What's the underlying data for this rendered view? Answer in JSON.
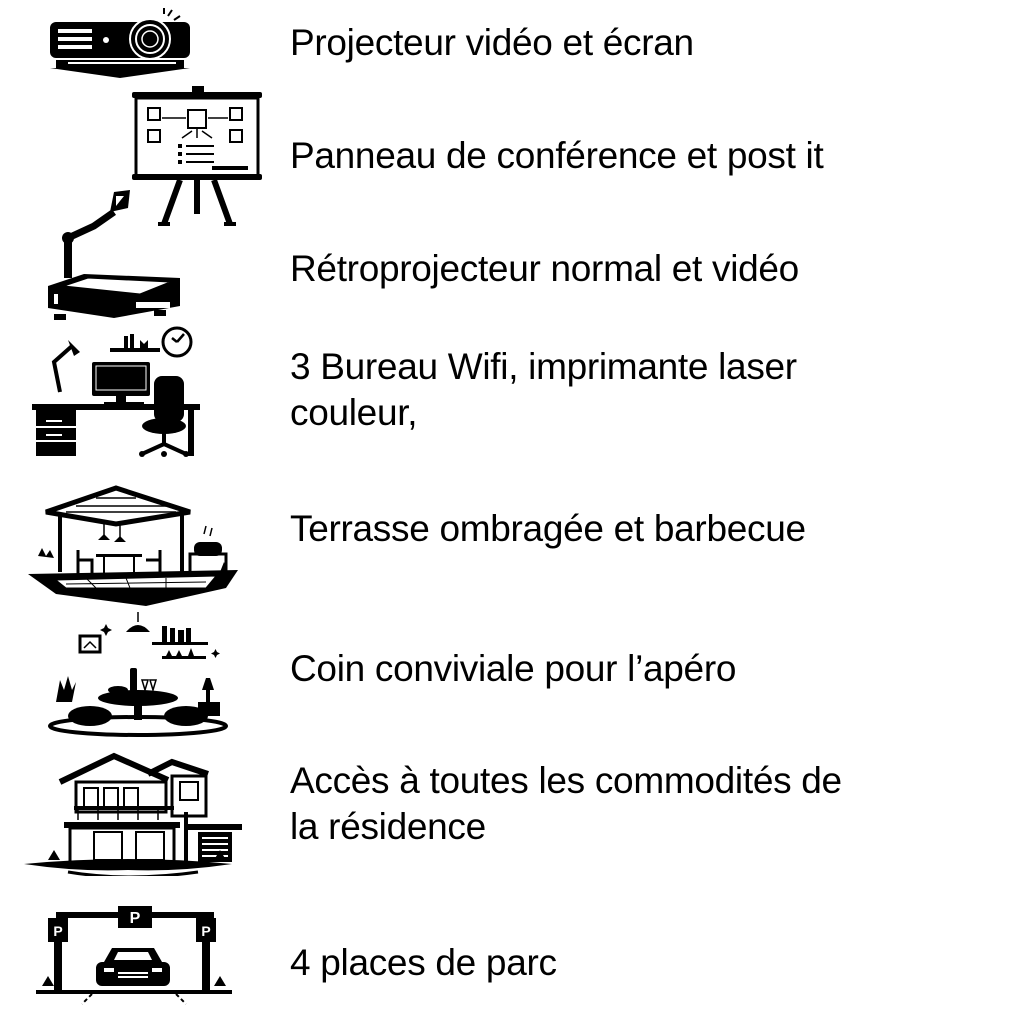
{
  "colors": {
    "background": "#ffffff",
    "text": "#000000",
    "icon": "#000000"
  },
  "amenities": [
    {
      "icon": "video-projector-icon",
      "label": "Projecteur vidéo et écran"
    },
    {
      "icon": "flipchart-easel-icon",
      "label": "Panneau de conférence et post it"
    },
    {
      "icon": "overhead-projector-icon",
      "label": "Rétroprojecteur normal et vidéo"
    },
    {
      "icon": "office-desk-icon",
      "label_line1": "3 Bureau Wifi, imprimante laser",
      "label_line2": "couleur,"
    },
    {
      "icon": "shaded-terrace-bbq-icon",
      "label": "Terrasse ombragée et barbecue"
    },
    {
      "icon": "lounge-aperitif-icon",
      "label": "Coin conviviale pour l’apéro"
    },
    {
      "icon": "residence-house-icon",
      "label_line1": "Accès à toutes les commodités de",
      "label_line2": "la résidence"
    },
    {
      "icon": "parking-icon",
      "label": "4 places de parc",
      "signs": [
        "P",
        "P",
        "P"
      ]
    }
  ]
}
